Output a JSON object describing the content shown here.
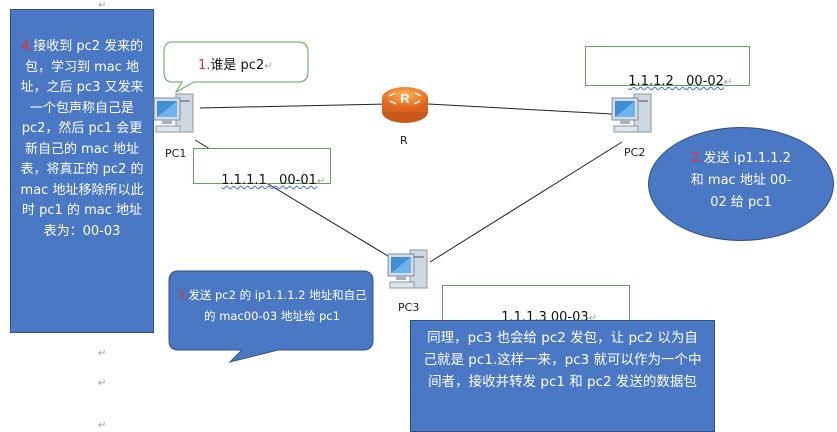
{
  "devices": {
    "pc1": "PC1",
    "pc2": "PC2",
    "pc3": "PC3",
    "router": "R"
  },
  "mac_boxes": {
    "pc1_table": "1.1.1.1   00-01",
    "pc2_table": "1.1.1.2   00-02",
    "pc3_table": "1.1.1.3 00-03"
  },
  "callouts": {
    "c1_num": "1.",
    "c1_text": "谁是 pc2",
    "c2_num": "2.",
    "c2_text": "发送 ip1.1.1.2 和 mac 地址 00-02 给 pc1",
    "c3_num": "3.",
    "c3_text": "发送 pc2 的 ip1.1.1.2 地址和自己的 mac00-03 地址给 pc1",
    "c4_num": "4.",
    "c4_text": "接收到 pc2 发来的包，学习到 mac 地址，之后 pc3 又发来一个包声称自己是 pc2，然后 pc1 会更新自己的 mac 地址表，将真正的 pc2 的 mac 地址移除所以此时 pc1 的 mac 地址表为：00-03",
    "summary": "同理，pc3 也会给 pc2 发包，让 pc2 以为自己就是 pc1.这样一来，pc3 就可以作为一个中间者，接收并转发 pc1 和 pc2 发送的数据包"
  },
  "colors": {
    "callout_blue": "#4a78c4",
    "box_border": "#5aa55a",
    "number_red": "#e03030"
  }
}
